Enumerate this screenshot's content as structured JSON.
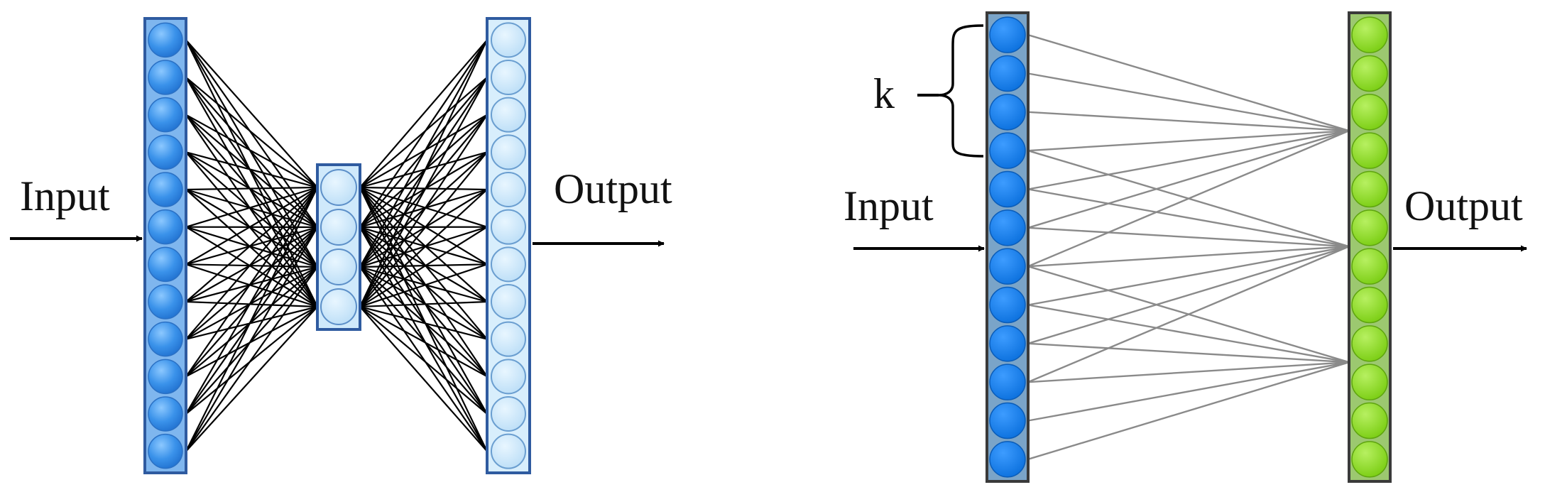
{
  "left_diagram": {
    "input_label": "Input",
    "output_label": "Output",
    "input_layer_nodes": 12,
    "hidden_layer_nodes": 4,
    "output_layer_nodes": 12,
    "colors": {
      "input_node": "#2a86e6",
      "hidden_node": "#bfe4fb",
      "output_node": "#c6e6fb",
      "frame": "#2f5ba0",
      "edge": "#000000"
    }
  },
  "right_diagram": {
    "input_label": "Input",
    "output_label": "Output",
    "brace_label": "k",
    "input_layer_nodes": 12,
    "output_layer_nodes": 12,
    "colors": {
      "input_node": "#0f7fea",
      "output_node": "#8ee02a",
      "frame": "#3a3a3a",
      "edge": "#8a8a8a"
    }
  }
}
